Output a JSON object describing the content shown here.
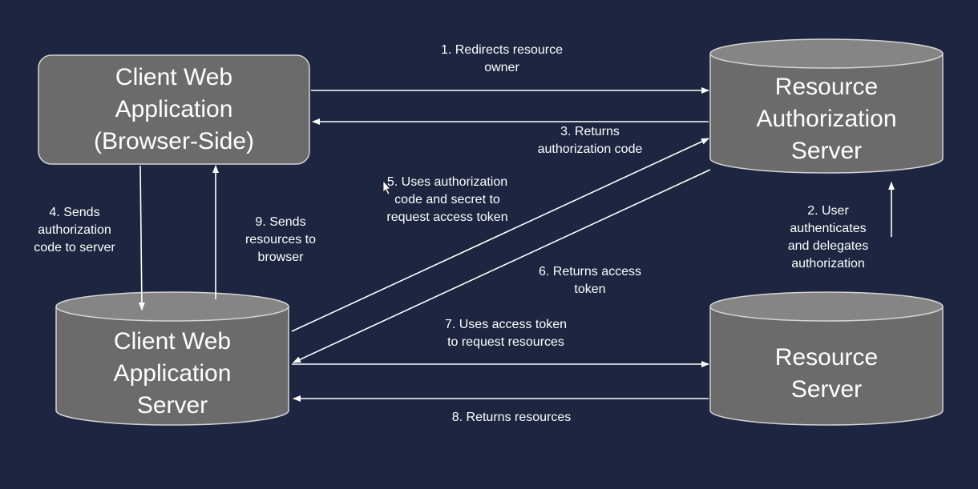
{
  "colors": {
    "background": "#1d2540",
    "node_fill": "#6b6b6b",
    "node_top": "#858585",
    "node_stroke": "#d4d4d4",
    "arrow": "#ffffff",
    "text": "#ffffff"
  },
  "nodes": {
    "client_browser": {
      "shape": "rounded-rectangle",
      "lines": [
        "Client Web",
        "Application",
        "(Browser-Side)"
      ]
    },
    "auth_server": {
      "shape": "cylinder",
      "lines": [
        "Resource",
        "Authorization",
        "Server"
      ]
    },
    "client_server": {
      "shape": "cylinder",
      "lines": [
        "Client Web",
        "Application",
        "Server"
      ]
    },
    "resource_server": {
      "shape": "cylinder",
      "lines": [
        "Resource",
        "Server"
      ]
    }
  },
  "edges": [
    {
      "id": "step1",
      "lines": [
        "1. Redirects resource",
        "owner"
      ]
    },
    {
      "id": "step2",
      "lines": [
        "2. User",
        "authenticates",
        "and delegates",
        "authorization"
      ]
    },
    {
      "id": "step3",
      "lines": [
        "3. Returns",
        "authorization code"
      ]
    },
    {
      "id": "step4",
      "lines": [
        "4. Sends",
        "authorization",
        "code to server"
      ]
    },
    {
      "id": "step5",
      "lines": [
        "5. Uses authorization",
        "code and secret to",
        "request access token"
      ]
    },
    {
      "id": "step6",
      "lines": [
        "6. Returns access",
        "token"
      ]
    },
    {
      "id": "step7",
      "lines": [
        "7. Uses access token",
        "to request resources"
      ]
    },
    {
      "id": "step8",
      "lines": [
        "8. Returns resources"
      ]
    },
    {
      "id": "step9",
      "lines": [
        "9. Sends",
        "resources to",
        "browser"
      ]
    }
  ]
}
